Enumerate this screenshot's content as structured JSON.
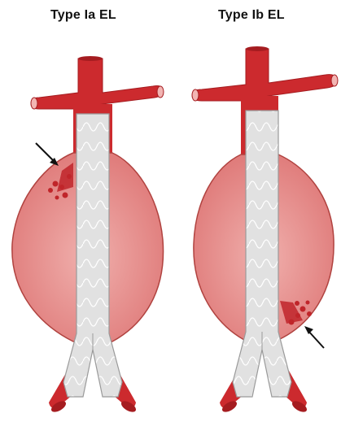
{
  "panels": [
    {
      "title": "Type Ia EL",
      "leak_location": "proximal"
    },
    {
      "title": "Type Ib EL",
      "leak_location": "distal"
    }
  ],
  "colors": {
    "aorta": "#cc2a2e",
    "aorta_dark": "#a51c20",
    "aneurysm_fill": "#e68a89",
    "aneurysm_inner": "#f0b0ad",
    "aneurysm_outline": "#b0423f",
    "stent_graft": "#e1e1e1",
    "stent_wire": "#ffffff",
    "leak_blood": "#c0252a",
    "arrow": "#111111"
  }
}
